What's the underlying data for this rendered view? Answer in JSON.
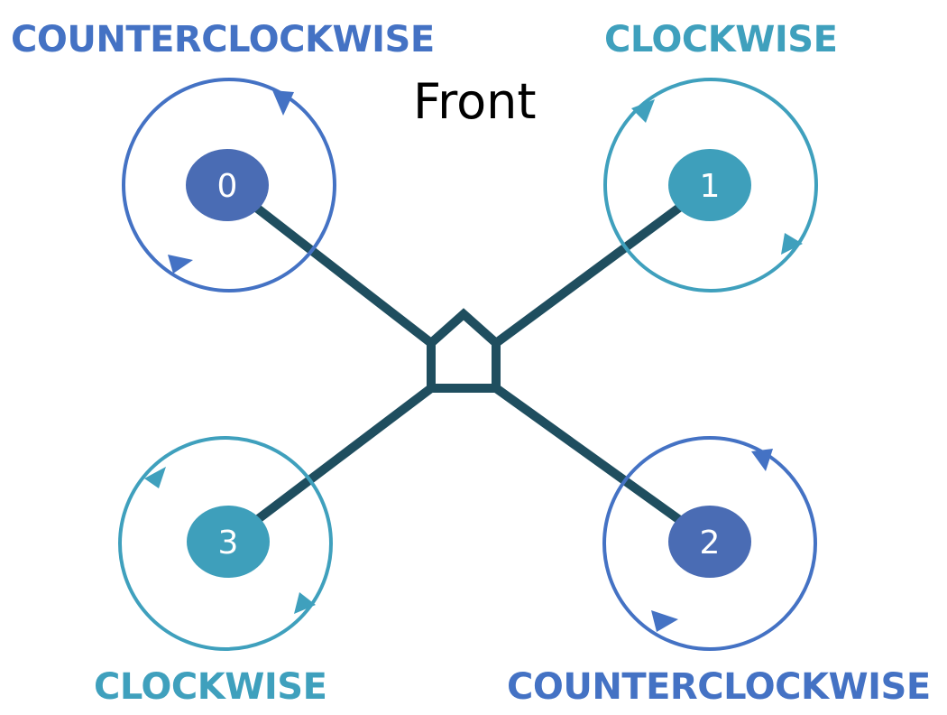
{
  "front_label": "Front",
  "motors": [
    {
      "id": "0",
      "direction_label": "COUNTERCLOCKWISE",
      "color": "#4472c4"
    },
    {
      "id": "1",
      "direction_label": "CLOCKWISE",
      "color": "#3fa0bd"
    },
    {
      "id": "2",
      "direction_label": "COUNTERCLOCKWISE",
      "color": "#4472c4"
    },
    {
      "id": "3",
      "direction_label": "CLOCKWISE",
      "color": "#3fa0bd"
    }
  ],
  "colors": {
    "frame": "#1f4e5f",
    "counterclockwise": "#4472c4",
    "clockwise": "#3fa0bd"
  }
}
